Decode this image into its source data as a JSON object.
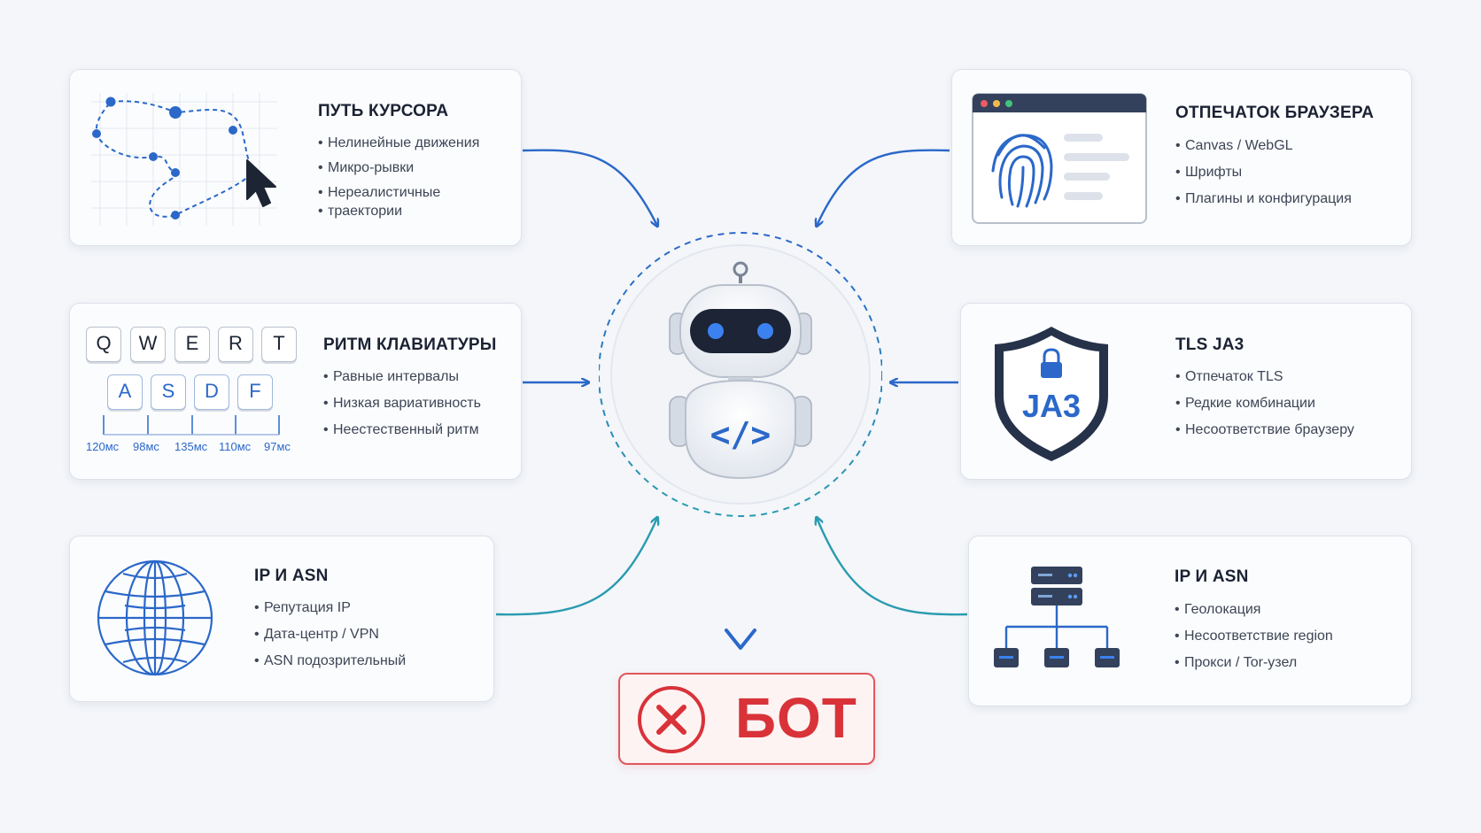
{
  "cards": {
    "cursor": {
      "title": "ПУТЬ КУРСОРА",
      "items": [
        "Нелинейные движения",
        "Микро-рывки",
        "Нереалистичные",
        "траектории"
      ]
    },
    "fingerprint": {
      "title": "ОТПЕЧАТОК БРАУЗЕРА",
      "items": [
        "Canvas / WebGL",
        "Шрифты",
        "Плагины и конфигурация"
      ]
    },
    "keyboard": {
      "title": "РИТМ КЛАВИАТУРЫ",
      "items": [
        "Равные интервалы",
        "Низкая вариативность",
        "Неестественный ритм"
      ],
      "keys_top": [
        "Q",
        "W",
        "E",
        "R",
        "T"
      ],
      "keys_bottom": [
        "A",
        "S",
        "D",
        "F"
      ],
      "intervals": [
        "120мс",
        "98мс",
        "135мс",
        "110мс",
        "97мс"
      ]
    },
    "tls": {
      "title": "TLS JA3",
      "badge": "JA3",
      "items": [
        "Отпечаток TLS",
        "Редкие комбинации",
        "Несоответствие браузеру"
      ]
    },
    "ip_left": {
      "title": "IP И ASN",
      "items": [
        "Репутация IP",
        "Дата-центр / VPN",
        "ASN подозрительный"
      ]
    },
    "ip_right": {
      "title": "IP И ASN",
      "items": [
        "Геолокация",
        "Несоответствие region",
        "Прокси / Tor-узел"
      ]
    }
  },
  "center": {
    "code_symbol": "</>"
  },
  "verdict": {
    "label": "БОТ"
  },
  "colors": {
    "accent_blue": "#2b68c9",
    "accent_teal": "#2a9bb0",
    "danger_red": "#d93239",
    "dark_navy": "#26324a"
  }
}
